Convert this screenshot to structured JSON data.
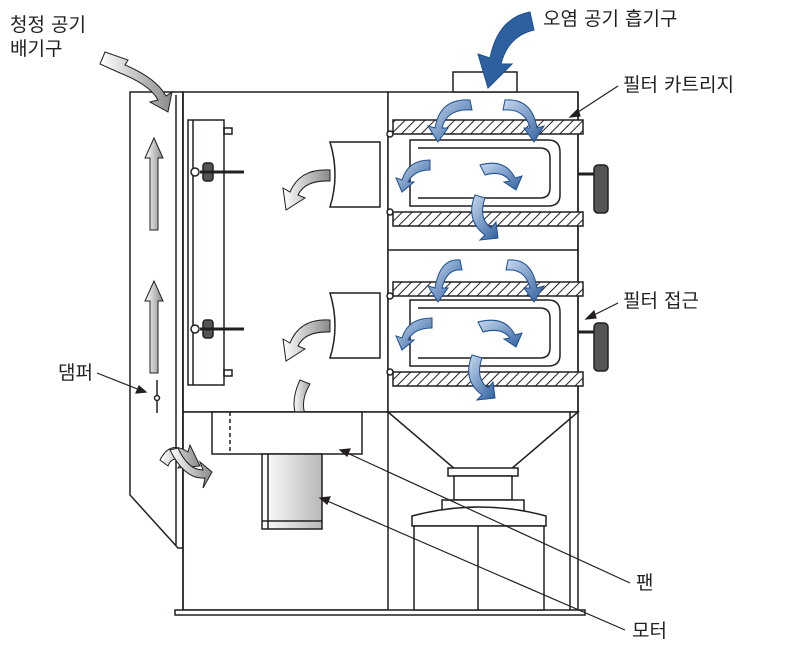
{
  "labels": {
    "clean_air_line1": "청정 공기",
    "clean_air_line2": "배기구",
    "dirty_air_inlet": "오염 공기 흡기구",
    "filter_cartridge": "필터 카트리지",
    "filter_access": "필터 접근",
    "damper": "댐퍼",
    "fan": "팬",
    "motor": "모터"
  },
  "colors": {
    "line": "#231f20",
    "arrow_dark_blue": "#1d4f91",
    "arrow_light_blue": "#8fb0d6",
    "arrow_gray": "#9a9a9a",
    "hatch": "#231f20"
  }
}
